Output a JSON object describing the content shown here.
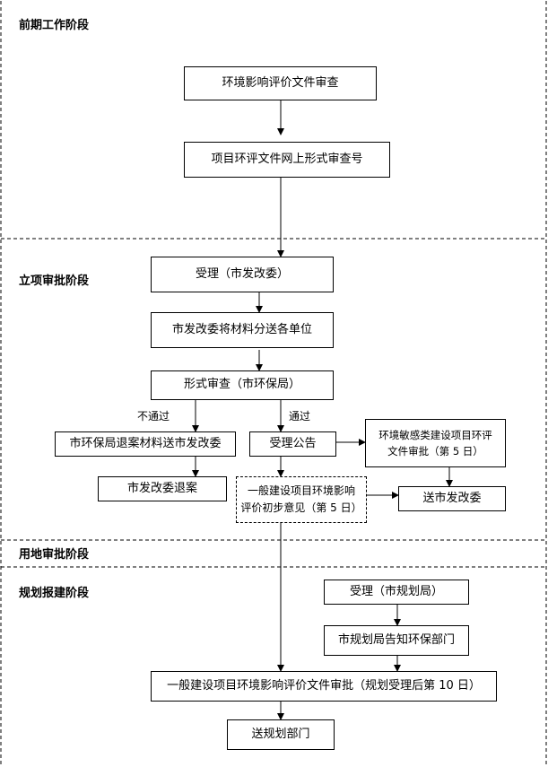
{
  "stages": {
    "s1": "前期工作阶段",
    "s2": "立项审批阶段",
    "s3": "用地审批阶段",
    "s4": "规划报建阶段"
  },
  "nodes": {
    "n1": "环境影响评价文件审查",
    "n2": "项目环评文件网上形式审查号",
    "n3": "受理（市发改委）",
    "n4": "市发改委将材料分送各单位",
    "n5": "形式审查（市环保局）",
    "n6": "市环保局退案材料送市发改委",
    "n7": "受理公告",
    "n8": "环境敏感类建设项目环评\n文件审批（第 5 日）",
    "n9": "市发改委退案",
    "n10": "一般建设项目环境影响\n评价初步意见（第 5 日）",
    "n11": "送市发改委",
    "n12": "受理（市规划局）",
    "n13": "市规划局告知环保部门",
    "n14": "一般建设项目环境影响评价文件审批（规划受理后第 10 日）",
    "n15": "送规划部门"
  },
  "edge_labels": {
    "fail": "不通过",
    "pass": "通过"
  }
}
